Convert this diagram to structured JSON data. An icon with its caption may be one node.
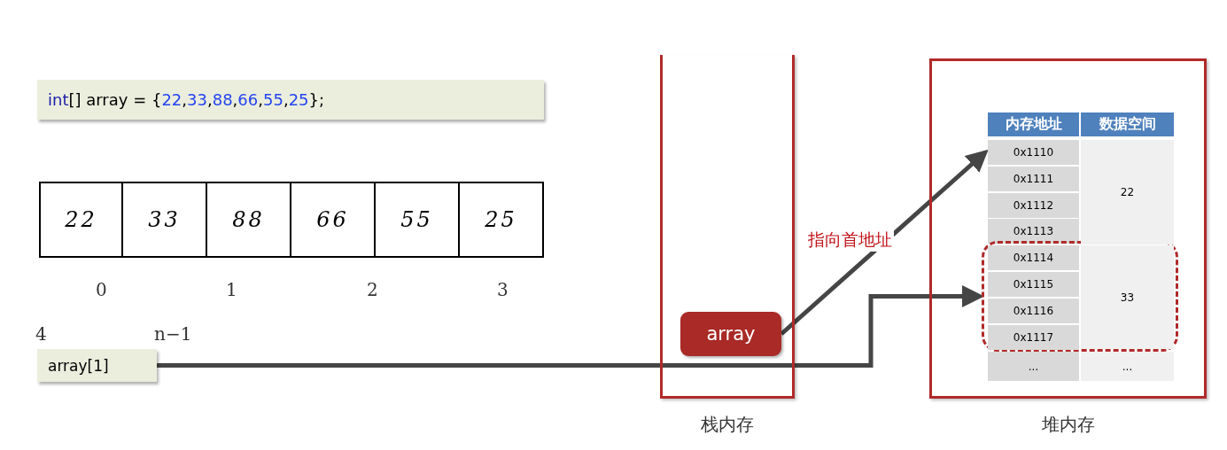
{
  "diagram": {
    "nodes": [
      {
        "text": [
          "int[] array = {22,33,88,66,55,25};"
        ]
      },
      {
        "text": [
          "22"
        ]
      },
      {
        "text": [
          "33"
        ]
      },
      {
        "text": [
          "88"
        ]
      },
      {
        "text": [
          "66"
        ]
      },
      {
        "text": [
          "55"
        ]
      },
      {
        "text": [
          "25"
        ]
      },
      {
        "text": [
          "array[1]"
        ]
      },
      {
        "text": [
          "栈内存"
        ]
      },
      {
        "text": [
          "array"
        ],
        "in": 8
      },
      {
        "text": [
          "堆内存"
        ]
      },
      {
        "text": [
          "内存地址"
        ],
        "in": 10
      },
      {
        "text": [
          "数据空间"
        ],
        "in": 10
      },
      {
        "text": [
          "0x1110"
        ],
        "in": 10
      },
      {
        "text": [
          "0x1111"
        ],
        "in": 10
      },
      {
        "text": [
          "0x1112"
        ],
        "in": 10
      },
      {
        "text": [
          "0x1113"
        ],
        "in": 10
      },
      {
        "text": [
          "0x1114"
        ],
        "in": 25
      },
      {
        "text": [
          "0x1115"
        ],
        "in": 25
      },
      {
        "text": [
          "0x1116"
        ],
        "in": 25
      },
      {
        "text": [
          "0x1117"
        ],
        "in": 25
      },
      {
        "text": [
          "22"
        ],
        "in": 10
      },
      {
        "text": [
          "33"
        ],
        "in": 25
      },
      {
        "text": [
          "..."
        ],
        "in": 10
      },
      {
        "text": [
          "..."
        ],
        "in": 10
      },
      {
        "text": [],
        "shape": "box",
        "in": 10
      }
    ],
    "edges": [
      {
        "from": 9,
        "to": 13,
        "arrow": "to",
        "label": "指向首地址"
      },
      {
        "from": 7,
        "to": 25,
        "arrow": "to"
      }
    ],
    "labels": [
      "0",
      "1",
      "2",
      "3",
      "4",
      "n−1"
    ]
  }
}
